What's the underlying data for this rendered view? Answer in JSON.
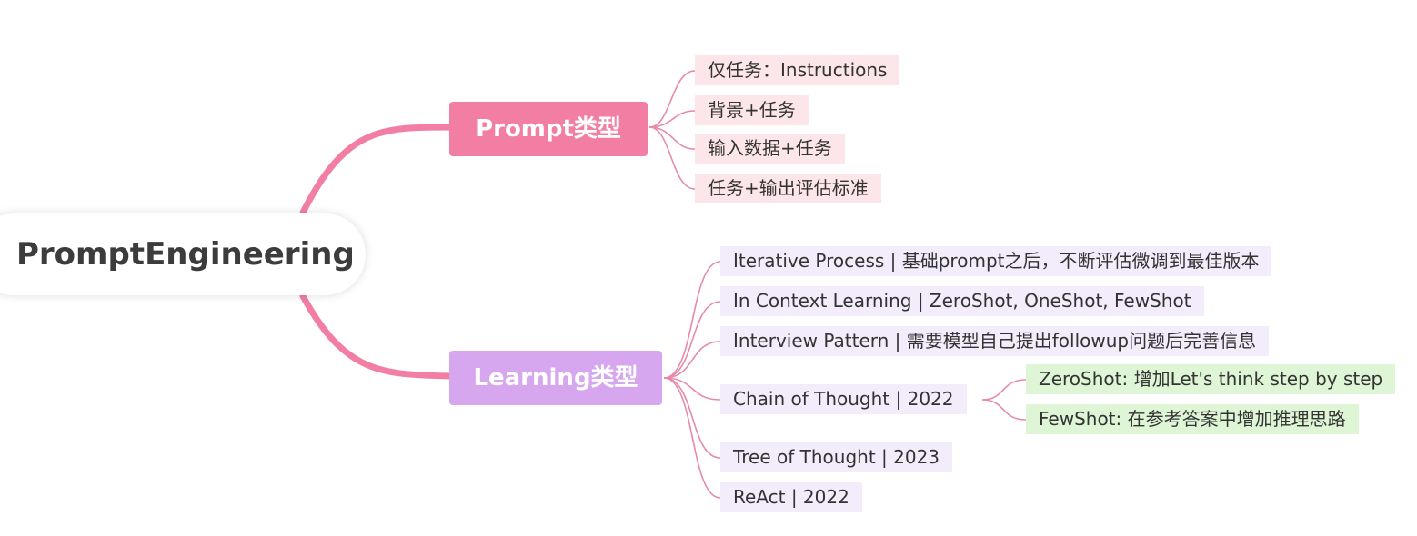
{
  "root": {
    "label": "PromptEngineering"
  },
  "branches": {
    "prompt_types": {
      "label": "Prompt类型",
      "children": [
        "仅任务：Instructions",
        "背景+任务",
        "输入数据+任务",
        "任务+输出评估标准"
      ]
    },
    "learning_types": {
      "label": "Learning类型",
      "children": [
        "Iterative Process | 基础prompt之后，不断评估微调到最佳版本",
        "In Context Learning | ZeroShot, OneShot, FewShot",
        "Interview Pattern | 需要模型自己提出followup问题后完善信息",
        "Chain of Thought | 2022",
        "Tree of Thought | 2023",
        "ReAct | 2022"
      ],
      "chain_of_thought_children": [
        "ZeroShot: 增加Let's think step by step",
        "FewShot: 在参考答案中增加推理思路"
      ]
    }
  },
  "colors": {
    "prompt_branch": "#f27fa3",
    "learning_branch": "#d6a7ee",
    "pink_leaf_bg": "#fde6ea",
    "lavender_leaf_bg": "#f3ecfb",
    "green_leaf_bg": "#def5d6",
    "connector_line": "#e78aa8"
  }
}
